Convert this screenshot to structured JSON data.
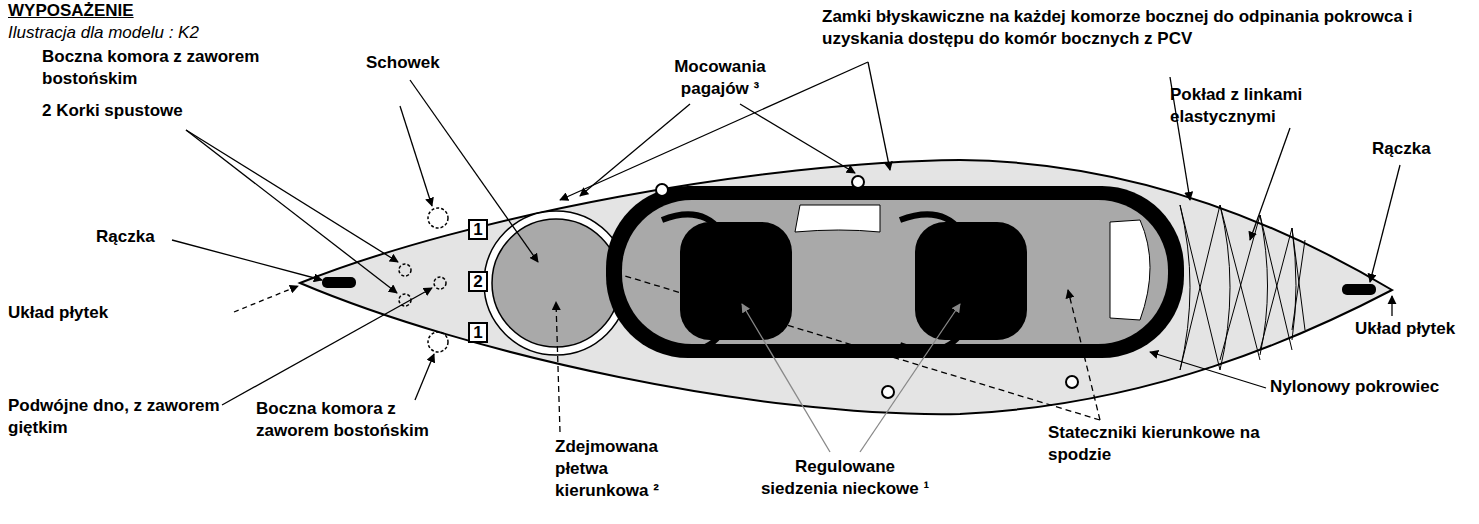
{
  "diagram": {
    "title": "WYPOSAŻENIE",
    "nodes": [
      {
        "text": [
          "1"
        ]
      },
      {
        "text": [
          "2"
        ]
      },
      {
        "text": [
          "1"
        ]
      }
    ],
    "labels": [
      "Ilustracja dla modelu : K2",
      "Boczna komora z zaworem bostońskim",
      "2 Korki spustowe",
      "Rączka",
      "Układ płytek",
      "Podwójne dno, z zaworem giętkim",
      "Boczna komora z zaworem bostońskim",
      "Schowek",
      "Mocowania pagajów ³",
      "Zamki błyskawiczne na każdej komorze bocznej do odpinania pokrowca i uzyskania dostępu do komór bocznych z PCV",
      "Pokład z linkami elastycznymi",
      "Rączka",
      "Układ płytek",
      "Nylonowy pokrowiec",
      "Stateczniki kierunkowe na spodzie",
      "Regulowane siedzenia nieckowe ¹",
      "Zdejmowana płetwa kierunkowa ²"
    ]
  }
}
